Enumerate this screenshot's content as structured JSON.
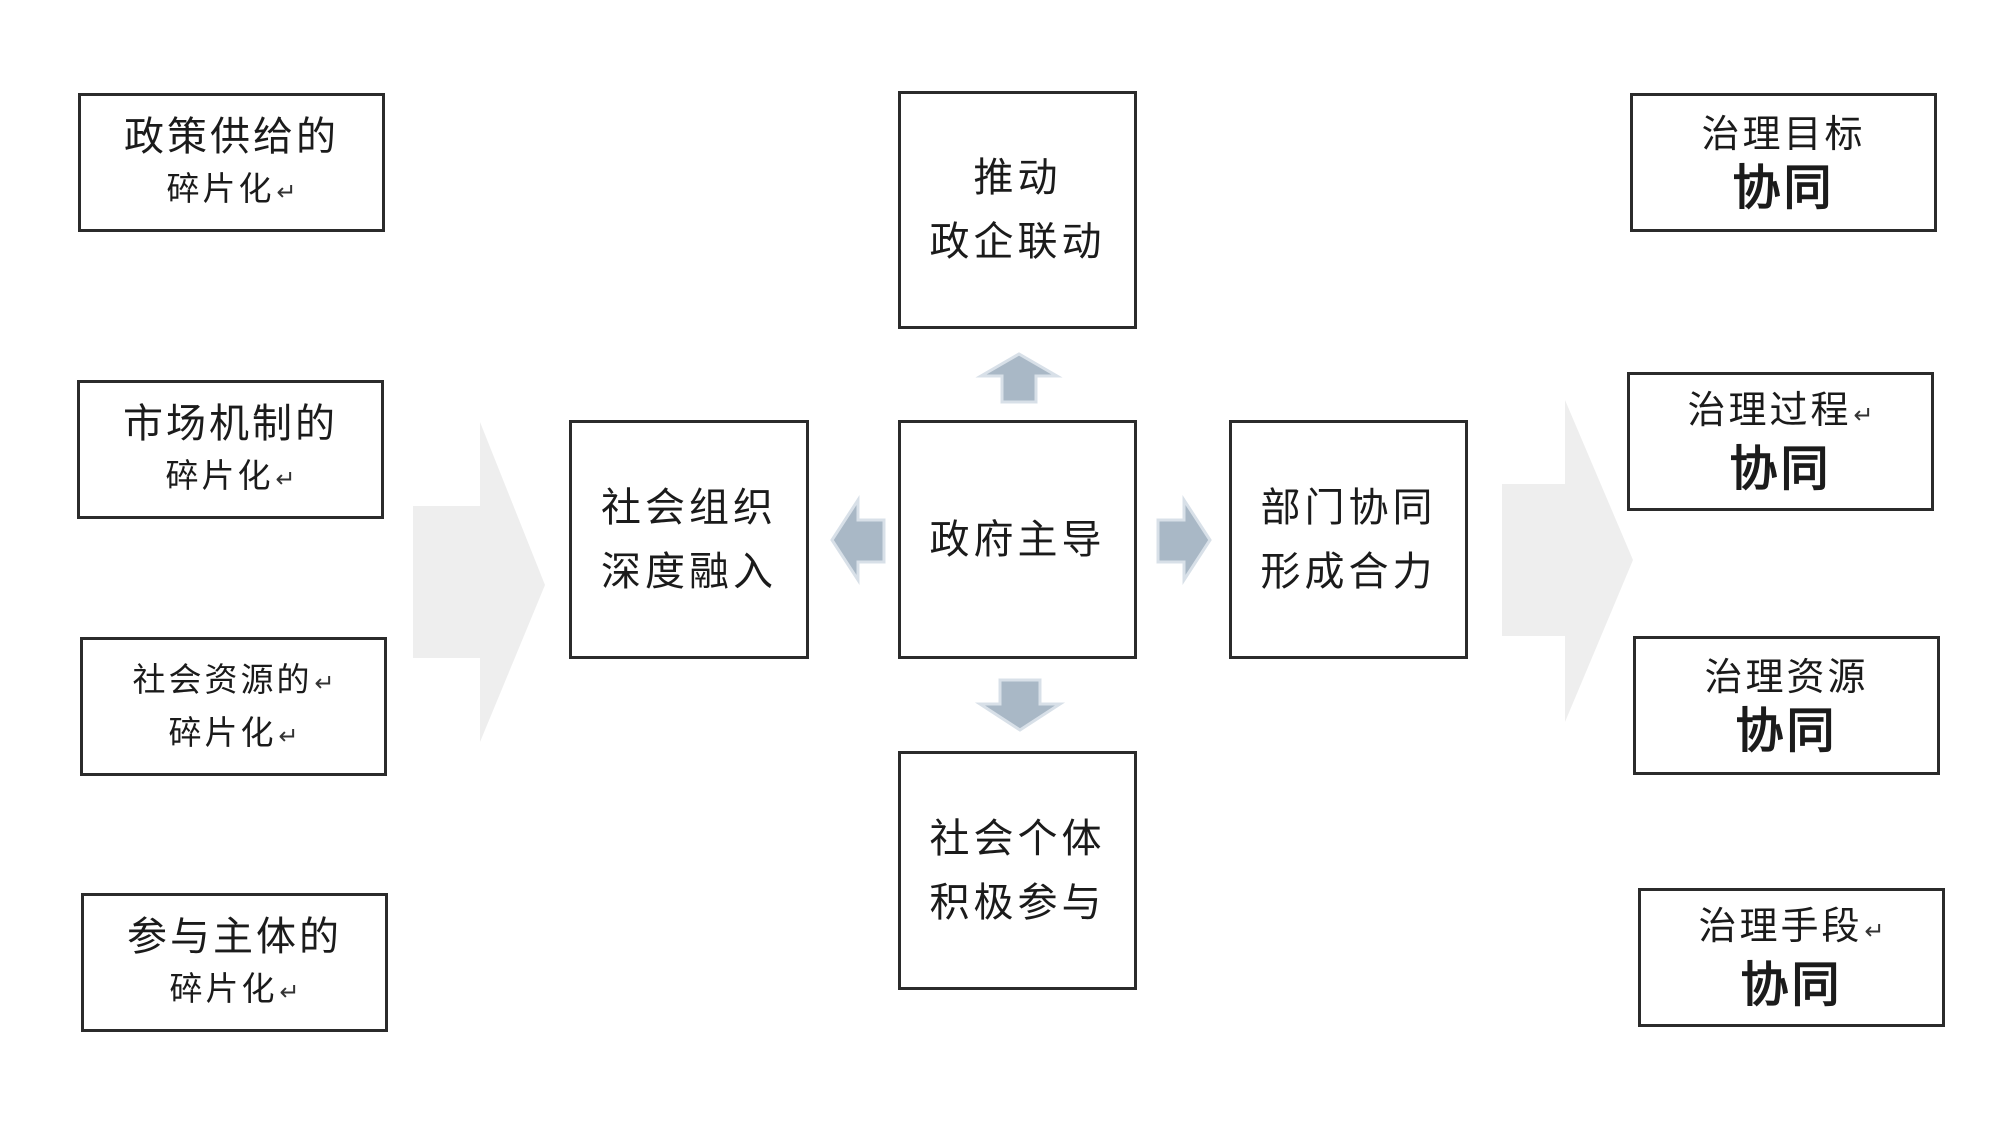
{
  "left_boxes": [
    {
      "line1": "政策供给的",
      "line2": "碎片化",
      "mark": "↵"
    },
    {
      "line1": "市场机制的",
      "line2": "碎片化",
      "mark": "↵"
    },
    {
      "line1": "社会资源的",
      "line1_mark": "↵",
      "line2": "碎片化",
      "mark": "↵"
    },
    {
      "line1": "参与主体的",
      "line2": "碎片化",
      "mark": "↵"
    }
  ],
  "center": {
    "core": "政府主导",
    "top": {
      "line1": "推动",
      "line2": "政企联动"
    },
    "left": {
      "line1": "社会组织",
      "line2": "深度融入"
    },
    "right": {
      "line1": "部门协同",
      "line2": "形成合力"
    },
    "bottom": {
      "line1": "社会个体",
      "line2": "积极参与"
    }
  },
  "right_boxes": [
    {
      "line1": "治理目标",
      "line2": "协同"
    },
    {
      "line1": "治理过程",
      "mark": "↵",
      "line2": "协同"
    },
    {
      "line1": "治理资源",
      "line2": "协同"
    },
    {
      "line1": "治理手段",
      "mark": "↵",
      "line2": "协同"
    }
  ],
  "colors": {
    "box_border": "#2b2b2b",
    "big_arrow": "#eeeeee",
    "small_arrow": "#a9b8c6",
    "small_arrow_edge": "#d8e0e8"
  }
}
